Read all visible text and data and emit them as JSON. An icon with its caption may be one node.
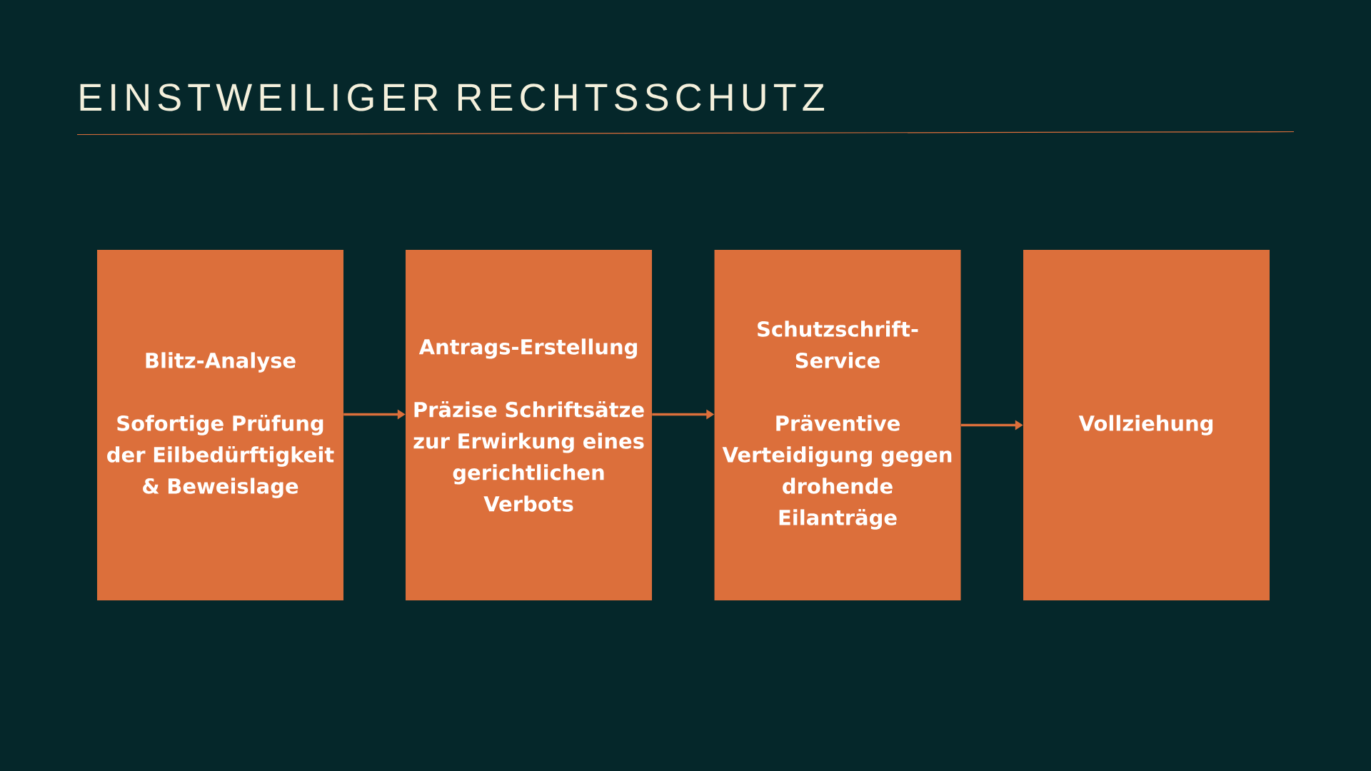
{
  "diagram": {
    "title": "EINSTWEILIGER RECHTSSCHUTZ",
    "nodes": [
      {
        "text": [
          "Blitz-Analyse",
          "Sofortige Prüfung der Eilbedürftigkeit & Beweislage"
        ]
      },
      {
        "text": [
          "Antrags-Erstellung",
          "Präzise Schriftsätze zur Erwirkung eines gerichtlichen Verbots"
        ]
      },
      {
        "text": [
          "Schutzschrift-Service",
          "Präventive Verteidigung gegen drohende Eilanträge"
        ]
      },
      {
        "text": [
          "Vollziehung"
        ]
      }
    ],
    "edges": [
      {
        "from": 0,
        "to": 1,
        "arrow": "to"
      },
      {
        "from": 1,
        "to": 2,
        "arrow": "to"
      },
      {
        "from": 2,
        "to": 3,
        "arrow": "to"
      }
    ]
  }
}
